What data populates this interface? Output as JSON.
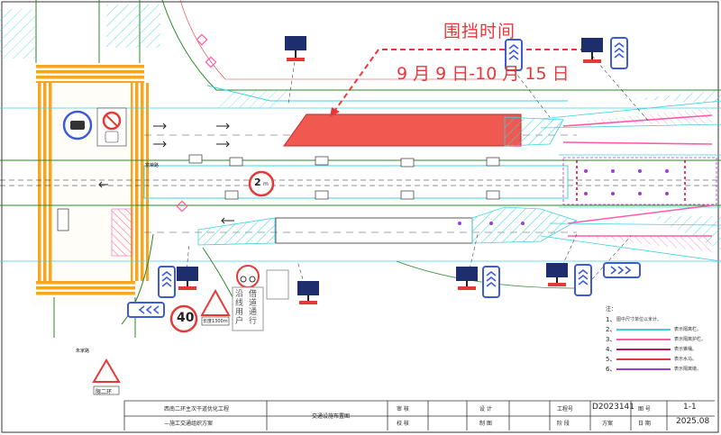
{
  "annotation": {
    "title": "围挡时间",
    "dates": "9 月 9 日-10 月 15 日"
  },
  "labels": {
    "crossroad": "富荣路",
    "location": "朱家路",
    "sign_speed": "40",
    "sign_weight": "2",
    "sign_weight_unit": "m",
    "sign_bottom_left": "限二环",
    "sign_work": "长度1300m",
    "sign_vertical_left": "沿线用户",
    "sign_vertical_right": "借道通行"
  },
  "legend": {
    "title": "注：",
    "items": [
      {
        "num": "1、",
        "desc": "图中尺寸单位以米计。",
        "color": ""
      },
      {
        "num": "2、",
        "desc": "表示隔离栏。",
        "color": "#3fd0e0"
      },
      {
        "num": "3、",
        "desc": "表示隔离护栏。",
        "color": "#ff5aa8"
      },
      {
        "num": "4、",
        "desc": "表示锥桶。",
        "color": "#c2185b"
      },
      {
        "num": "5、",
        "desc": "表示水马。",
        "color": "#e53935"
      },
      {
        "num": "6、",
        "desc": "表示隔离墩。",
        "color": "#a03cd0"
      }
    ]
  },
  "titleblock": {
    "project": "西南二环主次干道优化工程",
    "subproject": "—施工交通组织方案",
    "drawing": "交通设施布置图",
    "review": "审  核",
    "check": "校  核",
    "design": "设  计",
    "draw": "制  图",
    "project_no_label": "工程号",
    "project_no": "D2023141",
    "stage_label": "阶  段",
    "stage": "方案",
    "sheet_label": "图  号",
    "sheet": "1-1",
    "date_label": "日  期",
    "date": "2025.08"
  },
  "colors": {
    "road_cyan": "#3fd0e0",
    "zebra_orange": "#f5a623",
    "work_zone_red": "#f0594f",
    "annotation_red": "#e8373a",
    "sign_blue": "#3d5bd9",
    "barrier_pink": "#ff5aa8"
  }
}
